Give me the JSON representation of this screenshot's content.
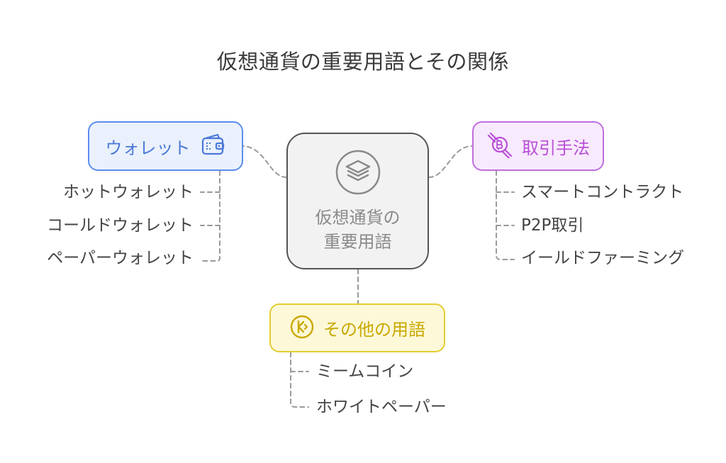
{
  "title": "仮想通貨の重要用語とその関係",
  "center": {
    "label_line1": "仮想通貨の",
    "label_line2": "重要用語",
    "icon": "layers-icon"
  },
  "categories": {
    "wallet": {
      "label": "ウォレット",
      "icon": "wallet-icon",
      "color": "#5b8def",
      "items": [
        "ホットウォレット",
        "コールドウォレット",
        "ペーパーウォレット"
      ]
    },
    "trade": {
      "label": "取引手法",
      "icon": "handshake-icon",
      "color": "#c06ee0",
      "items": [
        "スマートコントラクト",
        "P2P取引",
        "イールドファーミング"
      ]
    },
    "other": {
      "label": "その他の用語",
      "icon": "coin-icon",
      "color": "#e3cd33",
      "items": [
        "ミームコイン",
        "ホワイトペーパー"
      ]
    }
  }
}
